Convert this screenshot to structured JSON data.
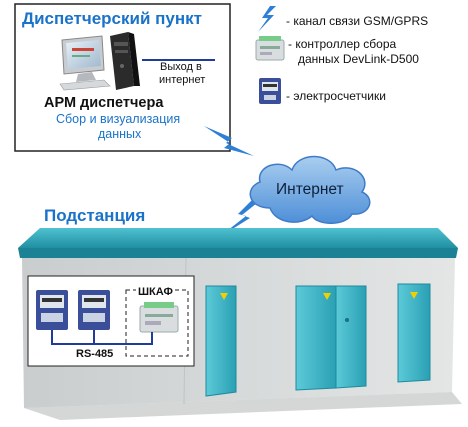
{
  "dispatch": {
    "title": "Диспетчерский пункт",
    "internet_exit_line1": "Выход в",
    "internet_exit_line2": "интернет",
    "arm_title": "АРМ диспетчера",
    "arm_sub1": "Сбор и визуализация",
    "arm_sub2": "данных"
  },
  "legend": {
    "items": [
      {
        "icon": "lightning-icon",
        "text": "- канал связи GSM/GPRS"
      },
      {
        "icon": "controller-icon",
        "text_line1": "- контроллер сбора",
        "text_line2": "данных DevLink-D500"
      },
      {
        "icon": "meter-icon",
        "text": "- электросчетчики"
      }
    ]
  },
  "cloud": {
    "label": "Интернет"
  },
  "substation": {
    "title": "Подстанция",
    "cabinet_label": "ШКАФ",
    "bus_label": "RS-485"
  },
  "colors": {
    "title_blue": "#1a73c9",
    "roof_teal": "#2aa6b8",
    "wall_gray": "#d9dcdc",
    "panel_teal": "#3fb7c9",
    "cloud_blue": "#5b9de0",
    "bolt_blue": "#2f7fd6",
    "link_blue": "#1f4fb8"
  }
}
